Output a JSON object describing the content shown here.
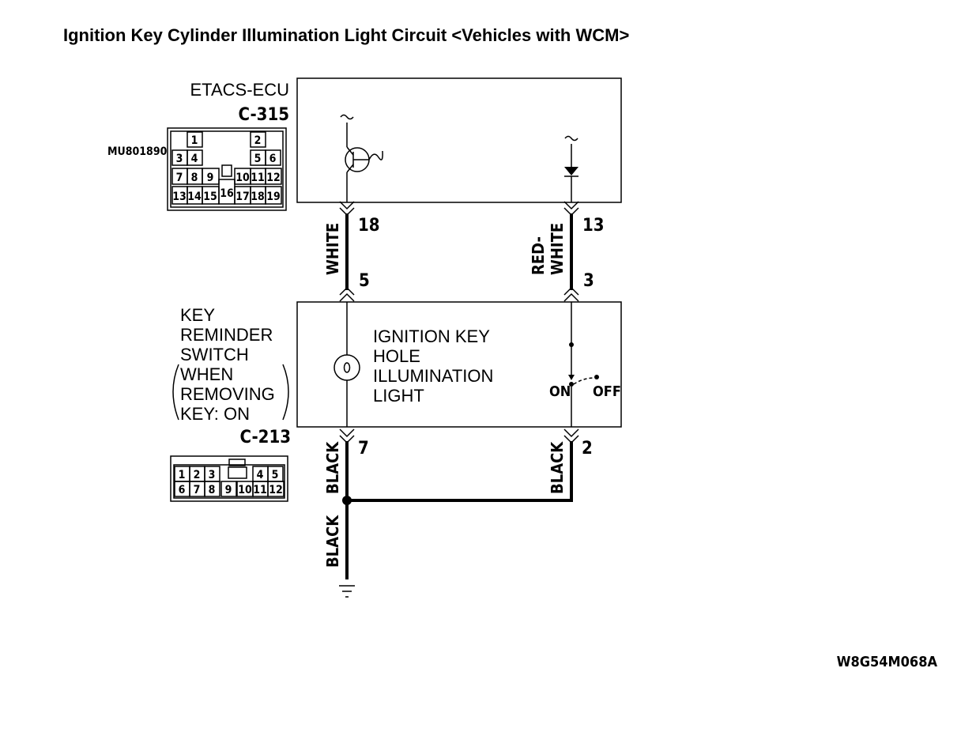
{
  "title": "Ignition Key Cylinder Illumination Light Circuit <Vehicles with WCM>",
  "etacs": {
    "name": "ETACS-ECU",
    "connector": "C-315",
    "part_number": "MU801890",
    "pins": {
      "p1": "1",
      "p2": "2",
      "p3": "3",
      "p4": "4",
      "p5": "5",
      "p6": "6",
      "p7": "7",
      "p8": "8",
      "p9": "9",
      "p10": "10",
      "p11": "11",
      "p12": "12",
      "p13": "13",
      "p14": "14",
      "p15": "15",
      "p16": "16",
      "p17": "17",
      "p18": "18",
      "p19": "19"
    }
  },
  "switch": {
    "line1": "KEY",
    "line2": "REMINDER",
    "line3": "SWITCH",
    "line4": "WHEN",
    "line5": "REMOVING",
    "line6": "KEY: ON",
    "connector": "C-213",
    "pins": {
      "p1": "1",
      "p2": "2",
      "p3": "3",
      "p4": "4",
      "p5": "5",
      "p6": "6",
      "p7": "7",
      "p8": "8",
      "p9": "9",
      "p10": "10",
      "p11": "11",
      "p12": "12"
    }
  },
  "light": {
    "line1": "IGNITION KEY",
    "line2": "HOLE",
    "line3": "ILLUMINATION",
    "line4": "LIGHT"
  },
  "switch_states": {
    "on": "ON",
    "off": "OFF"
  },
  "pins": {
    "ecu_left": "18",
    "ecu_right": "13",
    "sw_left_top": "5",
    "sw_right_top": "3",
    "sw_left_bottom": "7",
    "sw_right_bottom": "2"
  },
  "wires": {
    "left_upper": "WHITE",
    "right_upper_1": "RED-",
    "right_upper_2": "WHITE",
    "left_lower": "BLACK",
    "right_lower": "BLACK",
    "ground": "BLACK"
  },
  "figure_code": "W8G54M068A"
}
